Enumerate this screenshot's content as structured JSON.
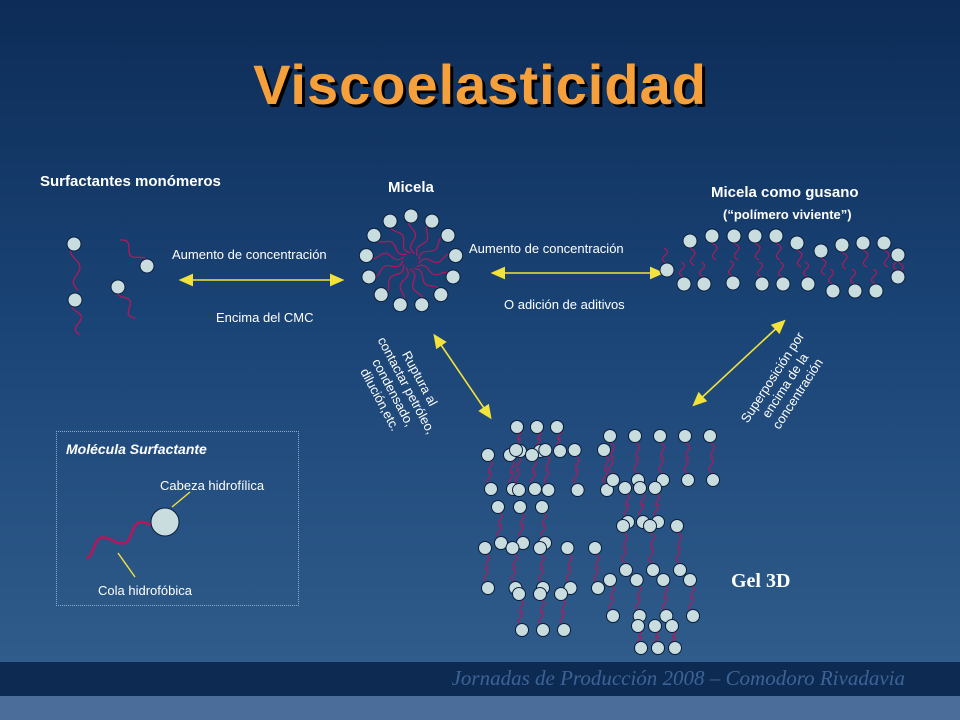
{
  "title": "Viscoelasticidad",
  "labels": {
    "monomers": "Surfactantes monómeros",
    "micela": "Micela",
    "worm": "Micela como gusano",
    "worm_sub": "(“polímero viviente”)",
    "arrow1_top": "Aumento de concentración",
    "arrow1_bottom": "Encima del CMC",
    "arrow2_top": "Aumento de concentración",
    "arrow2_bottom": "O adición de aditivos",
    "rupture": [
      "Ruptura al",
      "contactar petróleo,",
      "condensado,",
      "dilución,etc."
    ],
    "overlap": [
      "Superposición por",
      "encima de la",
      "concentración"
    ],
    "gel": "Gel 3D"
  },
  "molecule_box": {
    "title": "Molécula Surfactante",
    "head": "Cabeza hidrofílica",
    "tail": "Cola hidrofóbica"
  },
  "footer": "Jornadas de Producción 2008 – Comodoro Rivadavia",
  "colors": {
    "title": "#f6a03c",
    "head": "#c9ddde",
    "tail": "#b4185a",
    "arrow": "#f2e23a",
    "background_top": "#0d2c57",
    "background_bottom": "#33608f"
  }
}
